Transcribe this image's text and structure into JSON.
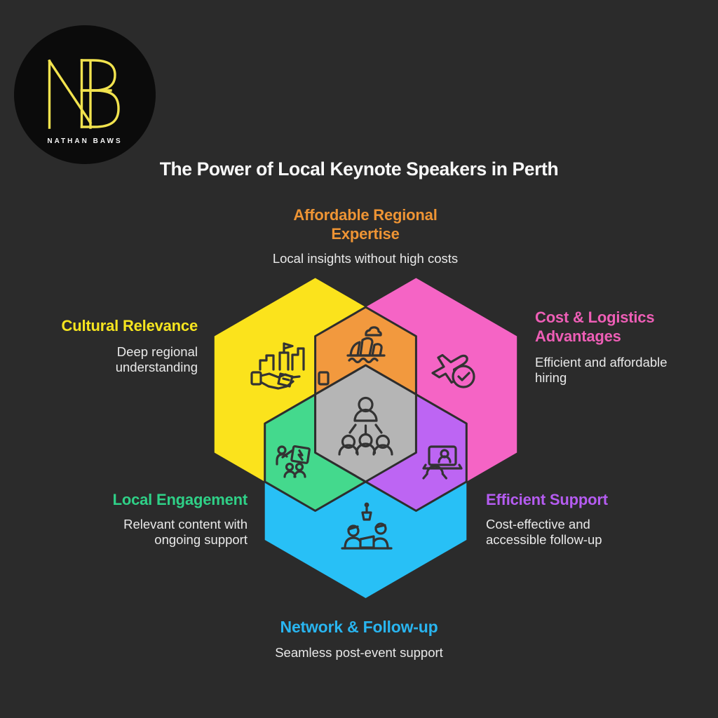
{
  "page": {
    "background": "#2b2b2b"
  },
  "logo": {
    "monogram": "NB",
    "brand": "NATHAN BAWS",
    "circle_color": "#0b0b0b",
    "monogram_color": "#f2e34e"
  },
  "title": "The Power of Local Keynote Speakers in Perth",
  "sections": {
    "affordable": {
      "label": "Affordable Regional Expertise",
      "description": "Local insights without high costs",
      "color": "#ee9434",
      "fill": "#f2993e",
      "icon": "opera-house-icon"
    },
    "cultural": {
      "label": "Cultural Relevance",
      "description": "Deep regional understanding",
      "color": "#f6e51f",
      "fill": "#fbe31c",
      "icon": "city-handshake-icon"
    },
    "cost": {
      "label": "Cost & Logistics Advantages",
      "description": "Efficient and affordable hiring",
      "color": "#ee5eb6",
      "fill": "#f564c5",
      "icon": "plane-check-icon"
    },
    "local": {
      "label": "Local Engagement",
      "description": "Relevant content with ongoing support",
      "color": "#2fd087",
      "fill": "#44d98d",
      "icon": "workshop-icon"
    },
    "efficient": {
      "label": "Efficient Support",
      "description": "Cost-effective and accessible follow-up",
      "color": "#b55cf1",
      "fill": "#bd65f3",
      "icon": "video-call-icon"
    },
    "network": {
      "label": "Network & Follow-up",
      "description": "Seamless post-event support",
      "color": "#29b5f0",
      "fill": "#28c0f6",
      "icon": "meeting-icon"
    }
  },
  "center": {
    "fill": "#b5b5b5",
    "icon": "speaker-audience-icon",
    "outline": "#2d2d2d"
  }
}
